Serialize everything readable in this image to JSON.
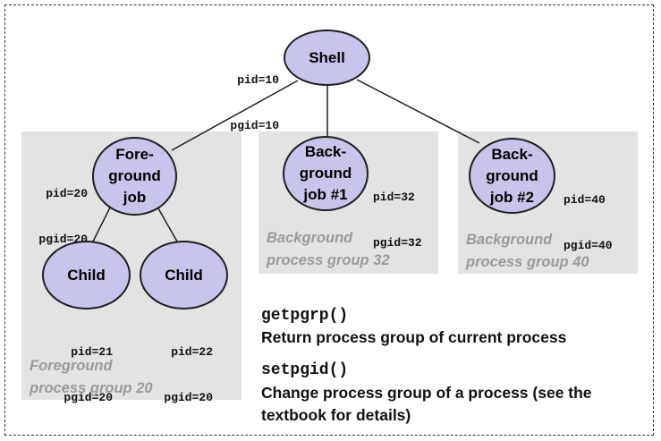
{
  "nodes": {
    "shell": {
      "label": "Shell",
      "pid": "pid=10",
      "pgid": "pgid=10"
    },
    "foreground_job": {
      "label": "Fore-\nground\njob",
      "pid": "pid=20",
      "pgid": "pgid=20"
    },
    "background_job_1": {
      "label": "Back-\nground\njob #1",
      "pid": "pid=32",
      "pgid": "pgid=32"
    },
    "background_job_2": {
      "label": "Back-\nground\njob #2",
      "pid": "pid=40",
      "pgid": "pgid=40"
    },
    "child_1": {
      "label": "Child",
      "pid": "pid=21",
      "pgid": "pgid=20"
    },
    "child_2": {
      "label": "Child",
      "pid": "pid=22",
      "pgid": "pgid=20"
    }
  },
  "groups": {
    "foreground": {
      "line1": "Foreground",
      "line2": "process group 20"
    },
    "background_32": {
      "line1": "Background",
      "line2": "process group 32"
    },
    "background_40": {
      "line1": "Background",
      "line2": "process group 40"
    }
  },
  "functions": {
    "getpgrp": {
      "name": "getpgrp()",
      "description": "Return process group of current process"
    },
    "setpgid": {
      "name": "setpgid()",
      "description_line1": "Change process group of a process (see the",
      "description_line2": "textbook for details)"
    }
  },
  "colors": {
    "node_fill": "#c7c5eb",
    "group_fill": "#e3e3e3",
    "group_label": "#9a9a9a"
  }
}
